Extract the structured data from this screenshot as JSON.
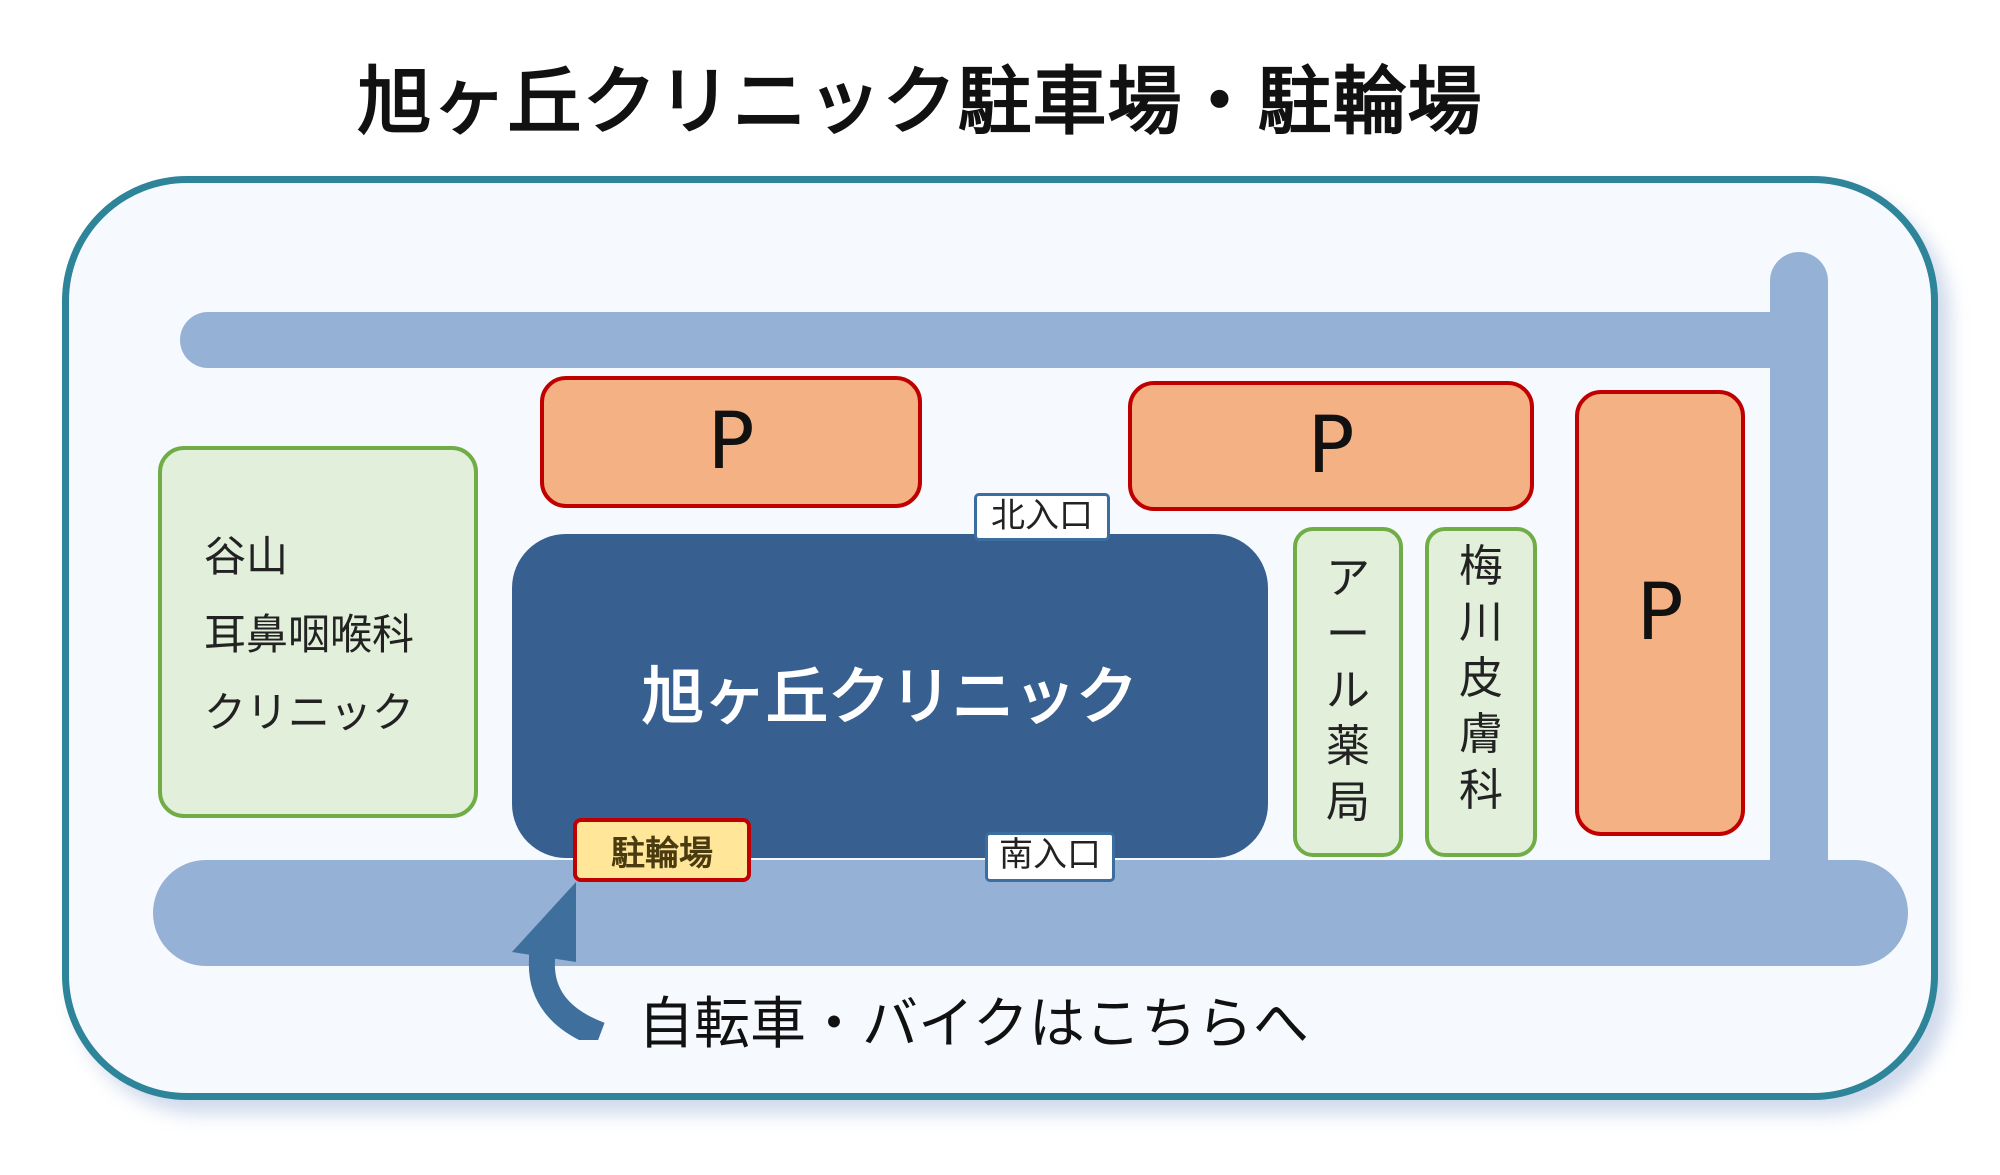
{
  "title": "旭ヶ丘クリニック駐車場・駐輪場",
  "colors": {
    "frame_border": "#2e8499",
    "frame_bg": "#f6f9fd",
    "road": "#95b1d6",
    "parking_fill": "#f4b183",
    "parking_border": "#c00000",
    "neighbor_fill": "#e2efda",
    "neighbor_border": "#70ad47",
    "clinic_fill": "#375f90",
    "bike_parking_fill": "#ffe699",
    "arrow": "#3f6f9c"
  },
  "map": {
    "main_clinic": "旭ヶ丘クリニック",
    "parking_lots": [
      {
        "label": "P"
      },
      {
        "label": "P"
      },
      {
        "label": "P"
      }
    ],
    "neighbors": {
      "ent_clinic": {
        "lines": [
          "谷山",
          "耳鼻咽喉科",
          "クリニック"
        ]
      },
      "pharmacy": {
        "chars": [
          "ア",
          "ー",
          "ル",
          "薬",
          "局"
        ]
      },
      "dermatology": {
        "chars": [
          "梅",
          "川",
          "皮",
          "膚",
          "科"
        ]
      }
    },
    "entrances": {
      "north": "北入口",
      "south": "南入口"
    },
    "bike_parking": "駐輪場",
    "caption": "自転車・バイクはこちらへ"
  }
}
